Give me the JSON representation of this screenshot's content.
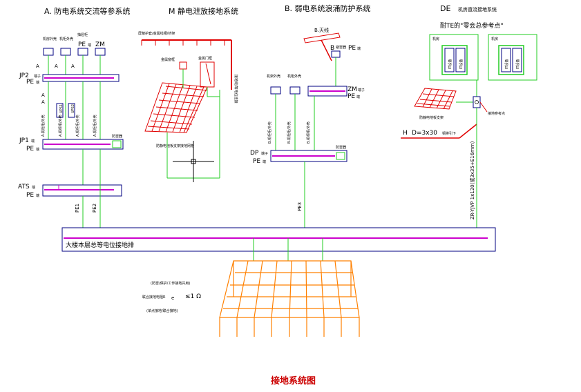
{
  "sections": {
    "a_title": "A. 防电系统交流等参系统",
    "m_title": "M 静电泄放接地系统",
    "b_title": "B. 弱电系统浪涌防护系统",
    "de_title": "DE",
    "de_subtitle": "机房直流接地系统",
    "te_title": "耐TE的\"零会总参考点\""
  },
  "section_a": {
    "top_labels": [
      "机房外壳",
      "机柜外壳",
      "抽屉柜"
    ],
    "pe_top": "PE",
    "pe_top_suffix": "端",
    "zm": "ZM",
    "a_marks": [
      "A",
      "A",
      "A",
      "A",
      "A"
    ],
    "jp2": "JP2",
    "jp2_suffix": "端子",
    "jp1": "JP1",
    "jp1_suffix": "端",
    "pe": "PE",
    "pe_suffix": "端",
    "ups1": "UPS1",
    "ups2": "UPS2",
    "vertical_labels": [
      "A.机柜柜/外壳",
      "A.机柜柜/外壳",
      "A.机柜柜/外壳",
      "A.机柜柜/外壳"
    ],
    "protector": "防雷器",
    "ats": "ATS",
    "ats_suffix": "端",
    "ats_pe": "PE",
    "ats_pe_suffix": "端",
    "pe1": "PE1",
    "pe2": "PE2"
  },
  "section_m": {
    "note_top": "屏蔽护套/金属线槽/桥架",
    "panel_left": "金属窗框",
    "panel_right": "金属门框",
    "side_note": "接地线/等电位连接",
    "floor_note": "防静电地板支架接地网格"
  },
  "section_b": {
    "antenna": "B.天线",
    "b_small": "B",
    "pe_b": "PE",
    "pe_b_suffix": "端",
    "left_boxes": [
      "机架外壳",
      "机柜外壳"
    ],
    "zm": "ZM",
    "zm_suffix": "端子",
    "pe2": "PE",
    "pe2_suffix": "端",
    "vertical_labels": [
      "B.机柜柜/外壳",
      "B.机柜柜/外壳",
      "B.机柜柜/外壳"
    ],
    "dp": "DP",
    "dp_suffix": "端子",
    "pe3": "PE",
    "pe3_suffix": "端",
    "protector": "防雷器",
    "pe3_label": "PE3"
  },
  "section_de": {
    "room1": "机房",
    "room2": "机房",
    "it_label": "IT设备",
    "floor_note": "防静电地板支架",
    "ref_note": "接地参考点",
    "h_label": "H",
    "h_spec": "D=3x30",
    "h_suffix": "铜排引下",
    "cable": "ZR-YJVP 1x120(或3x35+E16mm)"
  },
  "bus": {
    "label": "大楼本层总等电位接地排"
  },
  "ground": {
    "line1": "(防雷/保护/工作接地共用)",
    "res_label": "联合接地电阻R",
    "res_sub": "e",
    "res_value": "≤1 Ω",
    "line3": "(单点接地/联合接地)"
  },
  "footer": {
    "title": "接地系统图"
  },
  "colors": {
    "green": "#22cc22",
    "magenta": "#cc00cc",
    "navy": "#000080",
    "red": "#e00000",
    "orange": "#ff8000",
    "title_red": "#cc0000"
  }
}
